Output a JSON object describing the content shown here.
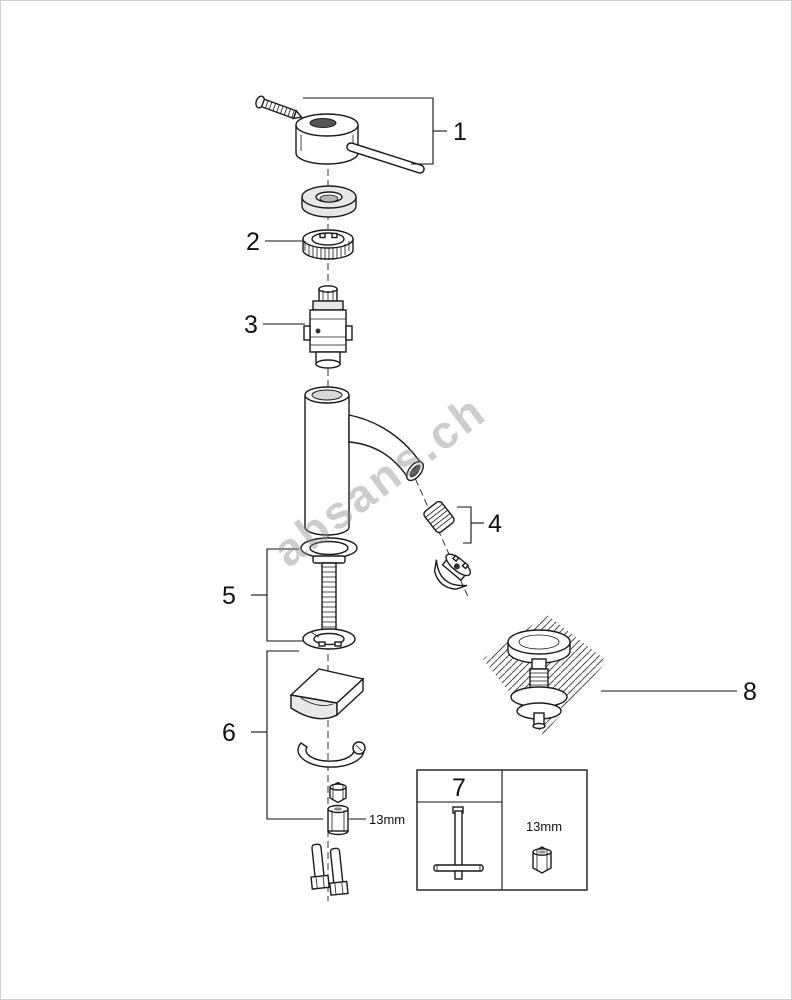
{
  "diagram": {
    "background_color": "#ffffff",
    "ink_color": "#1a1a1a",
    "watermark": "absans.ch",
    "callouts": {
      "c1": "1",
      "c2": "2",
      "c3": "3",
      "c4": "4",
      "c5": "5",
      "c6": "6",
      "c7": "7",
      "c8": "8"
    },
    "annotations": {
      "wrench_size_inline": "13mm",
      "wrench_size_box": "13mm"
    }
  }
}
